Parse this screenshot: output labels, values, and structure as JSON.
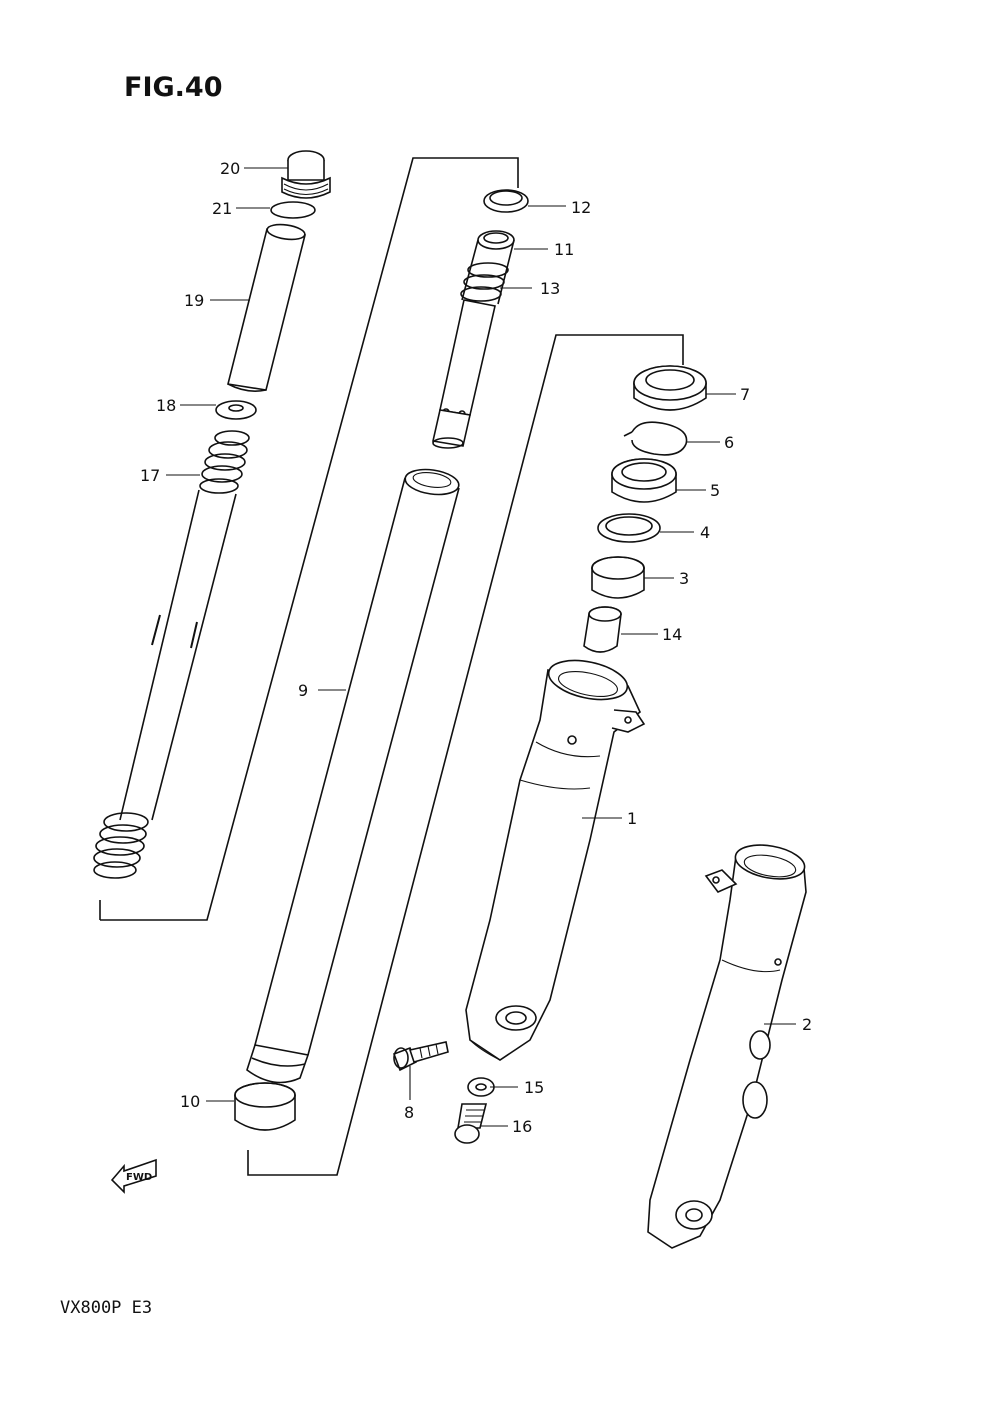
{
  "figure_label": "FIG.40",
  "model_code": "VX800P E3",
  "fwd_label": "FWD",
  "callouts": {
    "p1": "1",
    "p2": "2",
    "p3": "3",
    "p4": "4",
    "p5": "5",
    "p6": "6",
    "p7": "7",
    "p8": "8",
    "p9": "9",
    "p10": "10",
    "p11": "11",
    "p12": "12",
    "p13": "13",
    "p14": "14",
    "p15": "15",
    "p16": "16",
    "p17": "17",
    "p18": "18",
    "p19": "19",
    "p20": "20",
    "p21": "21"
  }
}
